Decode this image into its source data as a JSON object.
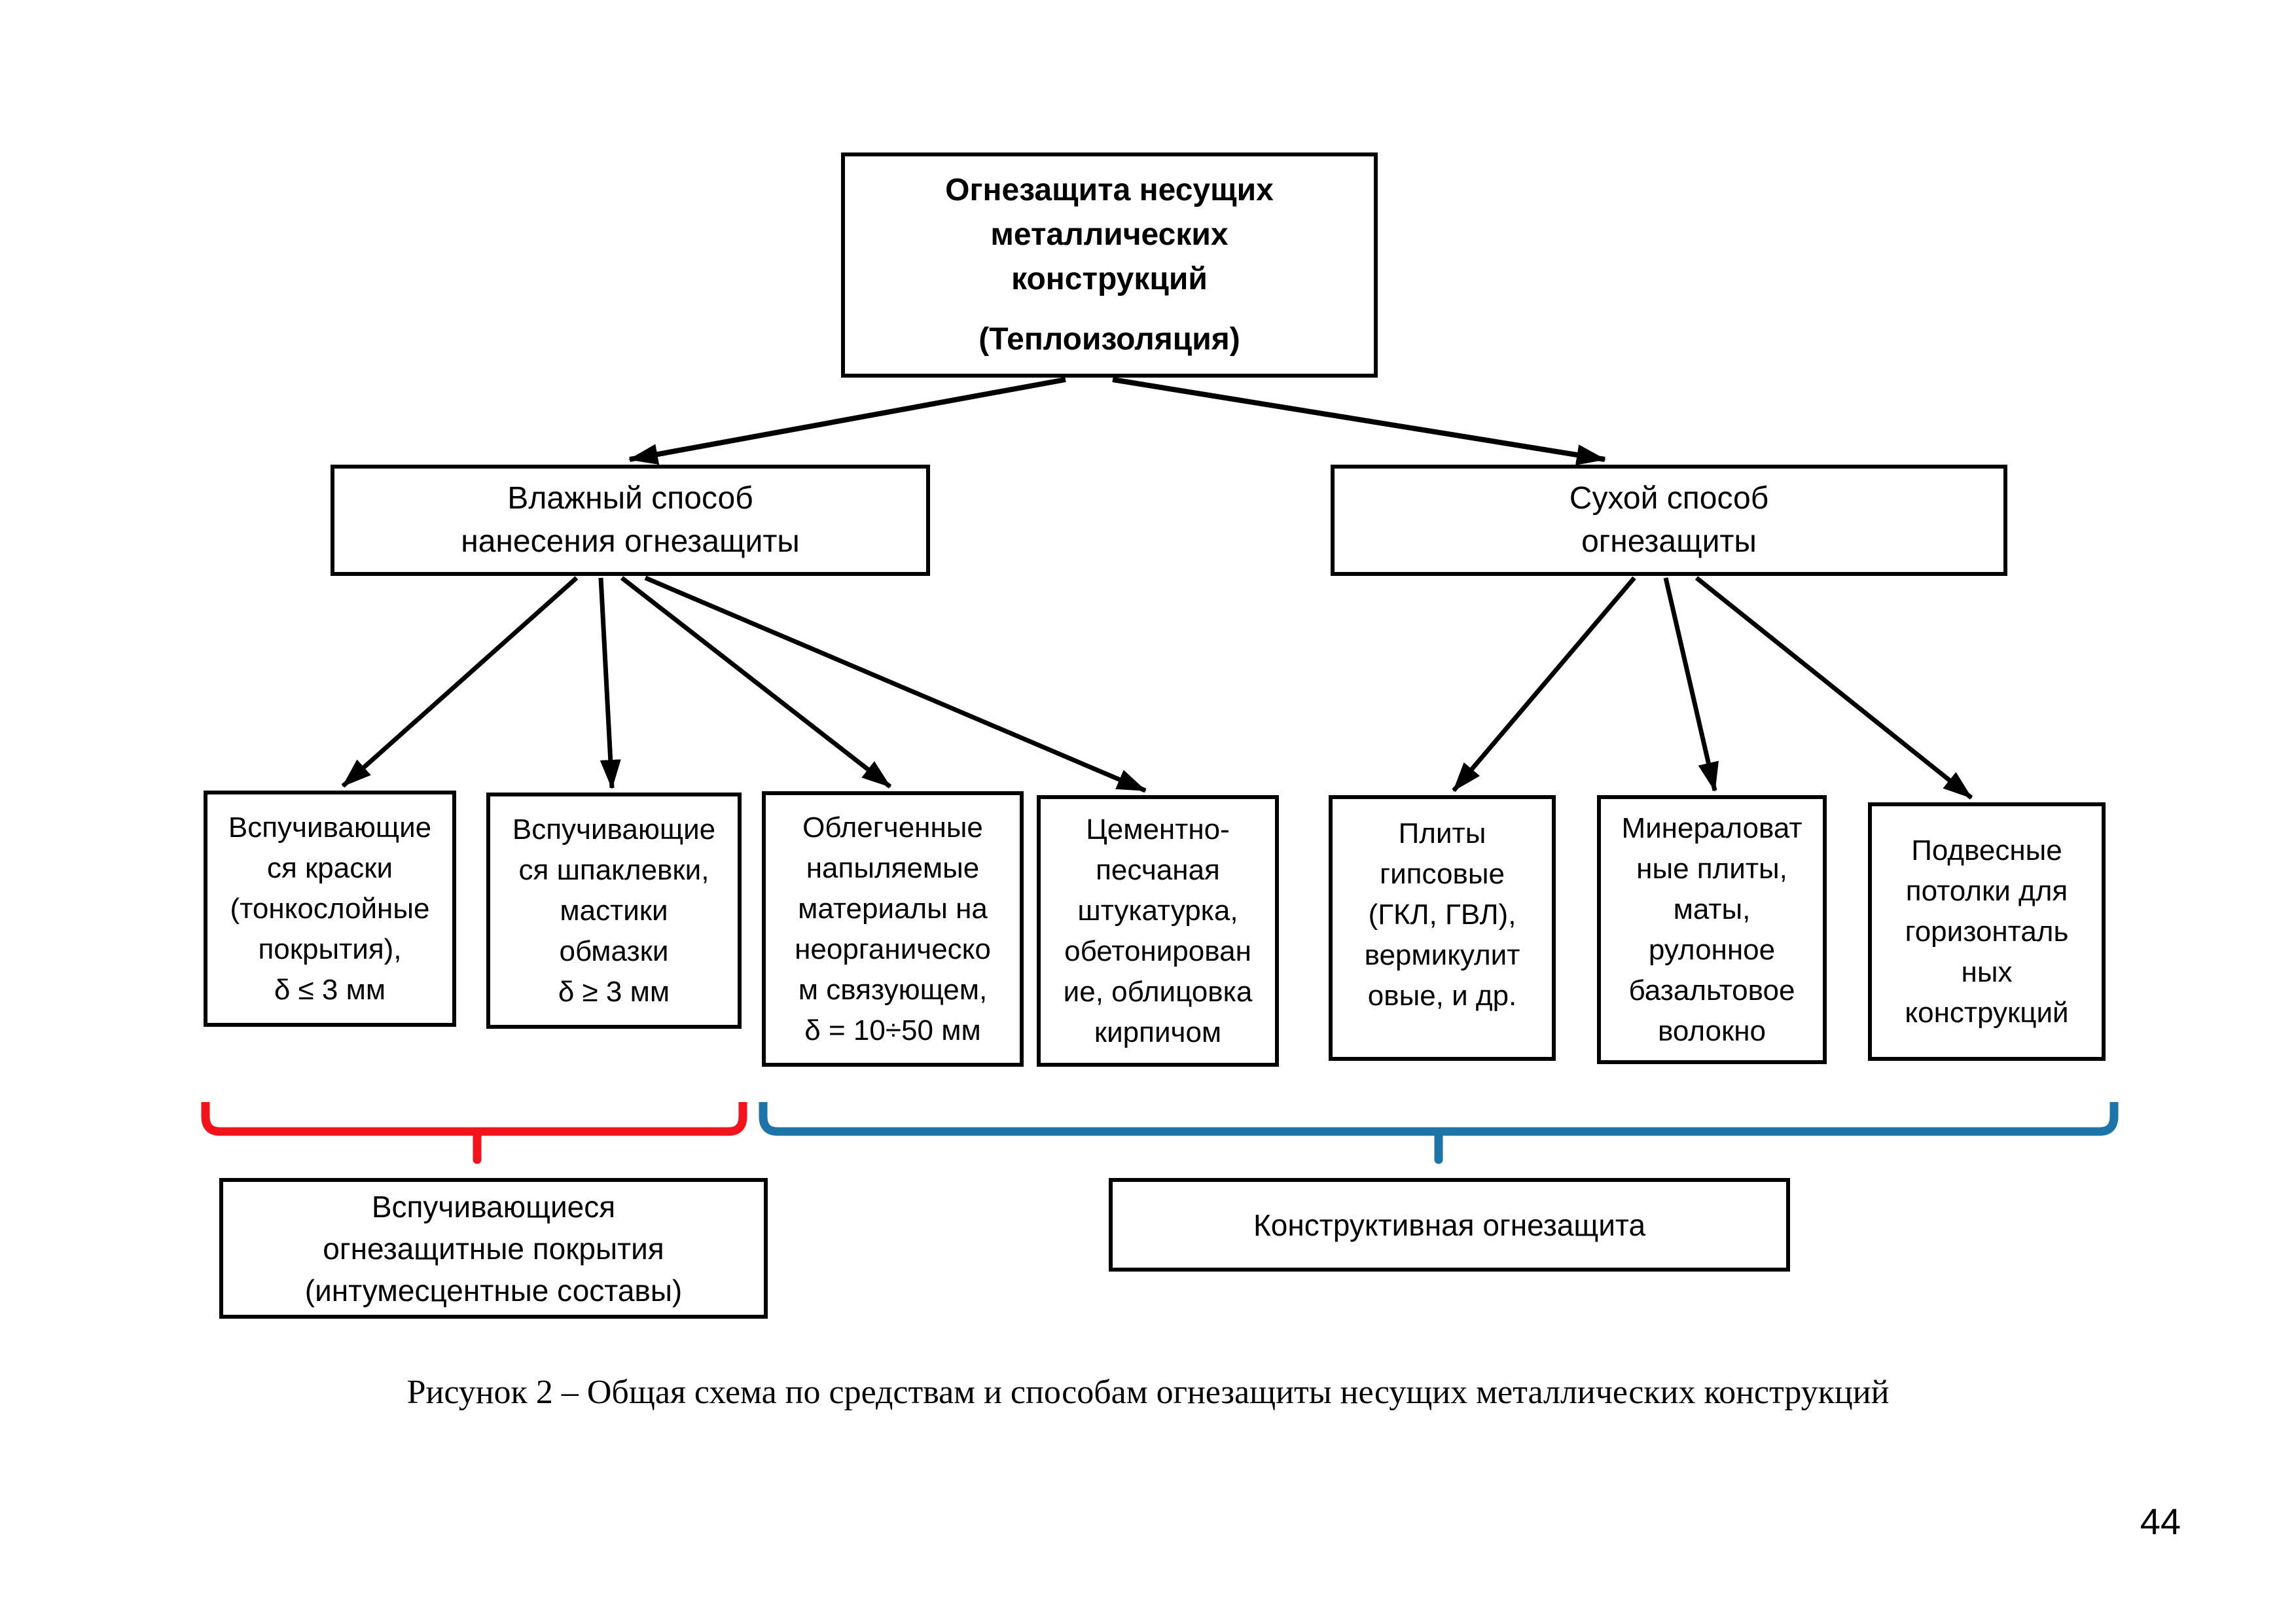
{
  "page": {
    "caption": "Рисунок 2 – Общая схема по средствам и способам огнезащиты несущих металлических конструкций",
    "page_number": "44"
  },
  "colors": {
    "background": "#ffffff",
    "box_border": "#000000",
    "text": "#000000",
    "arrow": "#000000",
    "intumescent_brace": "#F3131B",
    "constructive_brace": "#1C74A8"
  },
  "diagram": {
    "root": {
      "title": "Огнезащита несущих\nметаллических\nконструкций",
      "subtitle": "(Теплоизоляция)"
    },
    "wet_method": {
      "label": "Влажный способ\nнанесения огнезащиты",
      "children": [
        {
          "label": "Вспучивающие\nся краски\n(тонкослойные\nпокрытия),\nδ ≤ 3 мм"
        },
        {
          "label": "Вспучивающие\nся шпаклевки,\nмастики\nобмазки\nδ ≥ 3 мм"
        },
        {
          "label": "Облегченные\nнапыляемые\nматериалы на\nнеорганическо\nм связующем,\nδ = 10÷50 мм"
        },
        {
          "label": "Цементно-\nпесчаная\nштукатурка,\nобетонирован\nие, облицовка\nкирпичом"
        }
      ]
    },
    "dry_method": {
      "label": "Сухой способ\nогнезащиты",
      "children": [
        {
          "label": "Плиты\nгипсовые\n(ГКЛ, ГВЛ),\nвермикулит\nовые, и др."
        },
        {
          "label": "Минераловат\nные плиты,\nматы,\nрулонное\nбазальтовое\nволокно"
        },
        {
          "label": "Подвесные\nпотолки для\nгоризонталь\nных\nконструкций"
        }
      ]
    },
    "groups": [
      {
        "label": "Вспучивающиеся\nогнезащитные покрытия\n(интумесцентные составы)",
        "brace": "red"
      },
      {
        "label": "Конструктивная огнезащита",
        "brace": "blue"
      }
    ]
  }
}
